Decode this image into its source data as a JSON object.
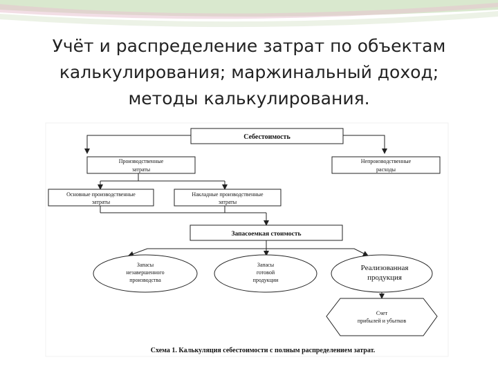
{
  "slide": {
    "title_lines": [
      "Учёт и распределение затрат по объектам",
      "калькулирования;  маржинальный доход;",
      "методы калькулирования."
    ]
  },
  "diagram": {
    "root": "Себестоимость",
    "production_costs": [
      "Производственные",
      "затраты"
    ],
    "nonproduction_costs": [
      "Непроизводственные",
      "расходы"
    ],
    "direct_costs": [
      "Основные производственные",
      "затраты"
    ],
    "overhead_costs": [
      "Накладные производственные",
      "затраты"
    ],
    "inventory_cost": "Запасоемкая стоимость",
    "wip_inventory": [
      "Запасы",
      "незавершенного",
      "производства"
    ],
    "finished_goods": [
      "Запасы",
      "готовой",
      "продукции"
    ],
    "sold_products": [
      "Реализованная",
      "продукция"
    ],
    "pl_account": [
      "Счет",
      "прибылей и убытков"
    ],
    "caption": "Схема 1. Калькуляция себестоимости с полным распределением затрат."
  },
  "colors": {
    "decor_green": "#b9d6a6",
    "decor_pink": "#e7c3cf",
    "line": "#222222"
  }
}
